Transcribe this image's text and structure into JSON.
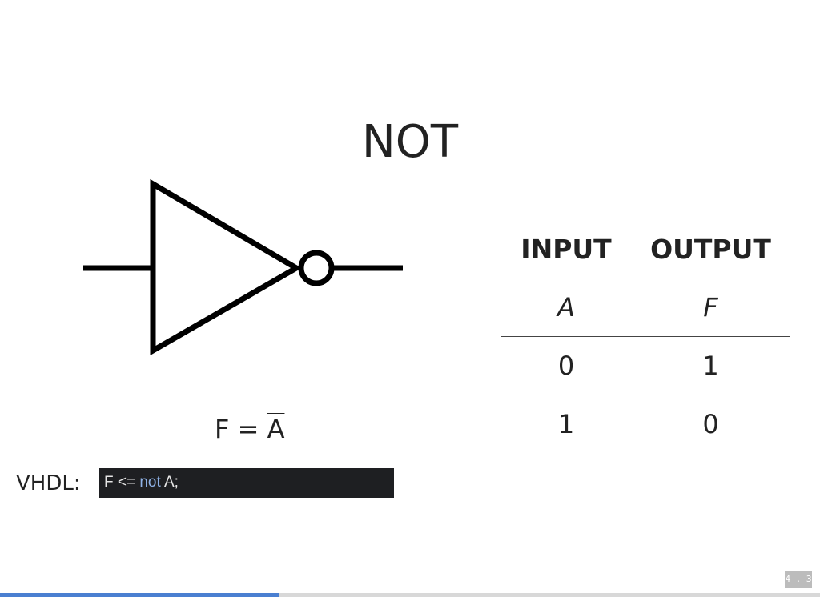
{
  "slide": {
    "title": "NOT",
    "equation": {
      "lhs": "F = ",
      "operand": "A"
    },
    "truth_table": {
      "headers": [
        "INPUT",
        "OUTPUT"
      ],
      "variables": [
        "A",
        "F"
      ],
      "rows": [
        [
          "0",
          "1"
        ],
        [
          "1",
          "0"
        ]
      ]
    },
    "vhdl": {
      "label": "VHDL:",
      "code_before": "F <= ",
      "code_keyword": "not",
      "code_after": " A;"
    },
    "gate_icon": "not-gate-icon"
  },
  "footer": {
    "slide_number": "4 . 3",
    "progress": 0.34
  },
  "colors": {
    "code_background": "#1e1f22",
    "code_keyword": "#8fb2e6",
    "progress_fill": "#4a7fd1",
    "progress_track": "#d8d8d8"
  }
}
